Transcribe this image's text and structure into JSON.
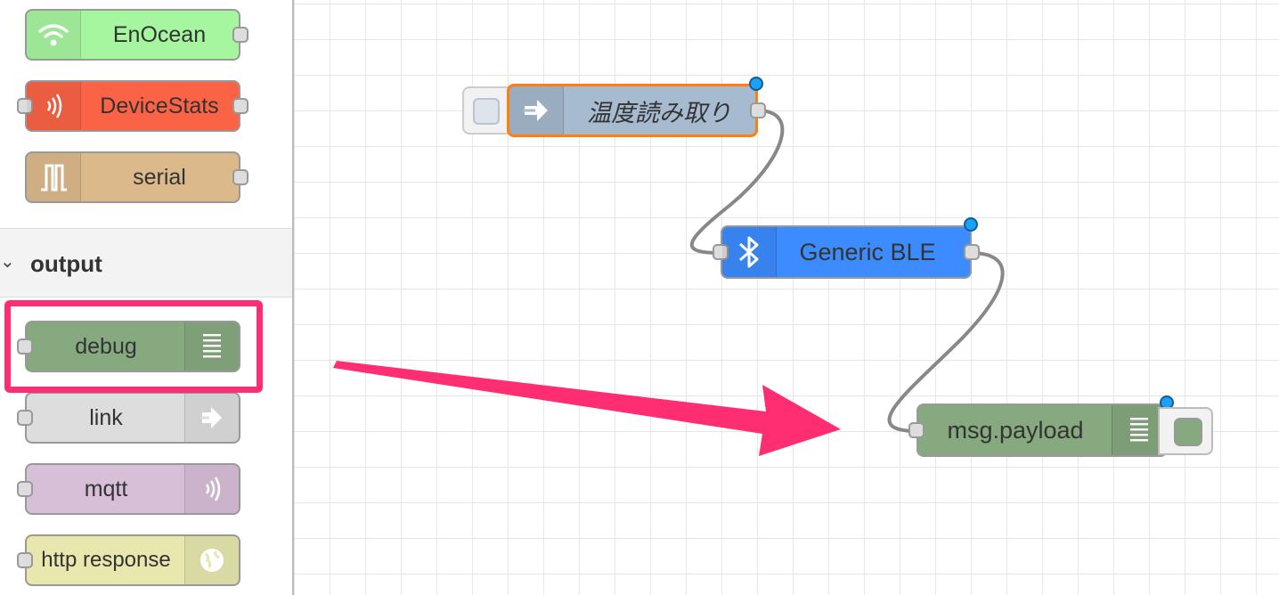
{
  "palette": {
    "input_nodes": [
      {
        "label": "EnOcean",
        "color": "#a6f59f",
        "icon": "wifi-icon"
      },
      {
        "label": "DeviceStats",
        "color": "#fa6345",
        "icon": "radio-waves-icon"
      },
      {
        "label": "serial",
        "color": "#dbb98b",
        "icon": "serial-wave-icon"
      }
    ],
    "category": {
      "title": "output",
      "chevron": "⌄"
    },
    "output_nodes": [
      {
        "label": "debug",
        "color": "#87a980",
        "icon": "debug-list-icon"
      },
      {
        "label": "link",
        "color": "#dddddd",
        "icon": "link-out-icon"
      },
      {
        "label": "mqtt",
        "color": "#d8bfd8",
        "icon": "radio-waves-icon"
      },
      {
        "label": "http response",
        "color": "#e7e7ae",
        "icon": "globe-icon"
      }
    ]
  },
  "flow": {
    "inject_node": {
      "label": "温度読み取り",
      "color": "#a6bbcf",
      "selected_border": "#ff7f0e",
      "icon": "inject-arrow-icon"
    },
    "ble_node": {
      "label": "Generic BLE",
      "color": "#3d8cff",
      "icon": "bluetooth-icon"
    },
    "debug_node": {
      "label": "msg.payload",
      "color": "#87a980",
      "icon": "debug-list-icon"
    }
  },
  "annotation": {
    "color": "#ff2e73"
  }
}
